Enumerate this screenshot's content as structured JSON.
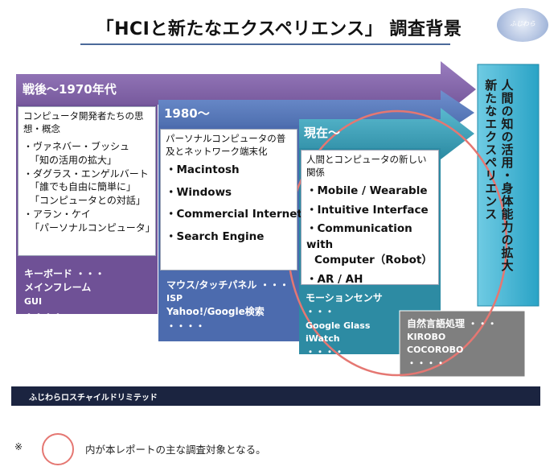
{
  "title": "「HCIと新たなエクスペリエンス」 調査背景",
  "logo_text": "ふじわら",
  "eras": [
    {
      "label": "戦後～1970年代",
      "box_head": "コンピュータ開発者たちの思想・概念",
      "items": [
        "・ヴァネバー・ブッシュ",
        "「知の活用の拡大」",
        "・ダグラス・エンゲルバート",
        "「誰でも自由に簡単に」",
        "「コンピュータとの対話」",
        "・アラン・ケイ",
        "「パーソナルコンピュータ」"
      ],
      "tech": [
        "キーボード ・・・",
        "メインフレーム",
        "GUI",
        "・・・・"
      ]
    },
    {
      "label": "1980～",
      "box_head": "パーソナルコンピュータの普及とネットワーク端末化",
      "items": [
        "・Macintosh",
        "・Windows",
        "・Commercial Internet",
        "・Search Engine"
      ],
      "tech": [
        "マウス/タッチパネル ・・・",
        "ISP",
        "Yahoo!/Google検索",
        "・・・・"
      ]
    },
    {
      "label": "現在～",
      "box_head": "人間とコンピュータの新しい関係",
      "items": [
        "・Mobile / Wearable",
        "・Intuitive Interface",
        "・Communication with",
        "Computer（Robot）",
        "・AR / AH"
      ],
      "tech": [
        "モーションセンサ ・・・",
        "Google Glass",
        "iWatch",
        "・・・・"
      ]
    }
  ],
  "nlp": [
    "自然言語処理 ・・・",
    "KIROBO",
    "COCOROBO",
    "・・・・"
  ],
  "right_panel": [
    "人間の知の活用・身体能力の拡大",
    "新たなエクスペリエンス"
  ],
  "footer": "ふじわらロスチャイルドリミテッド",
  "note": {
    "mark": "※",
    "text": "内が本レポートの主な調査対象となる。"
  },
  "colors": {
    "era1": "#7a5a9e",
    "era2": "#4f6fb0",
    "era3": "#2e8fa6",
    "right": "#37b0cf",
    "nlp": "#7f7f7f",
    "circle": "#e57772"
  }
}
